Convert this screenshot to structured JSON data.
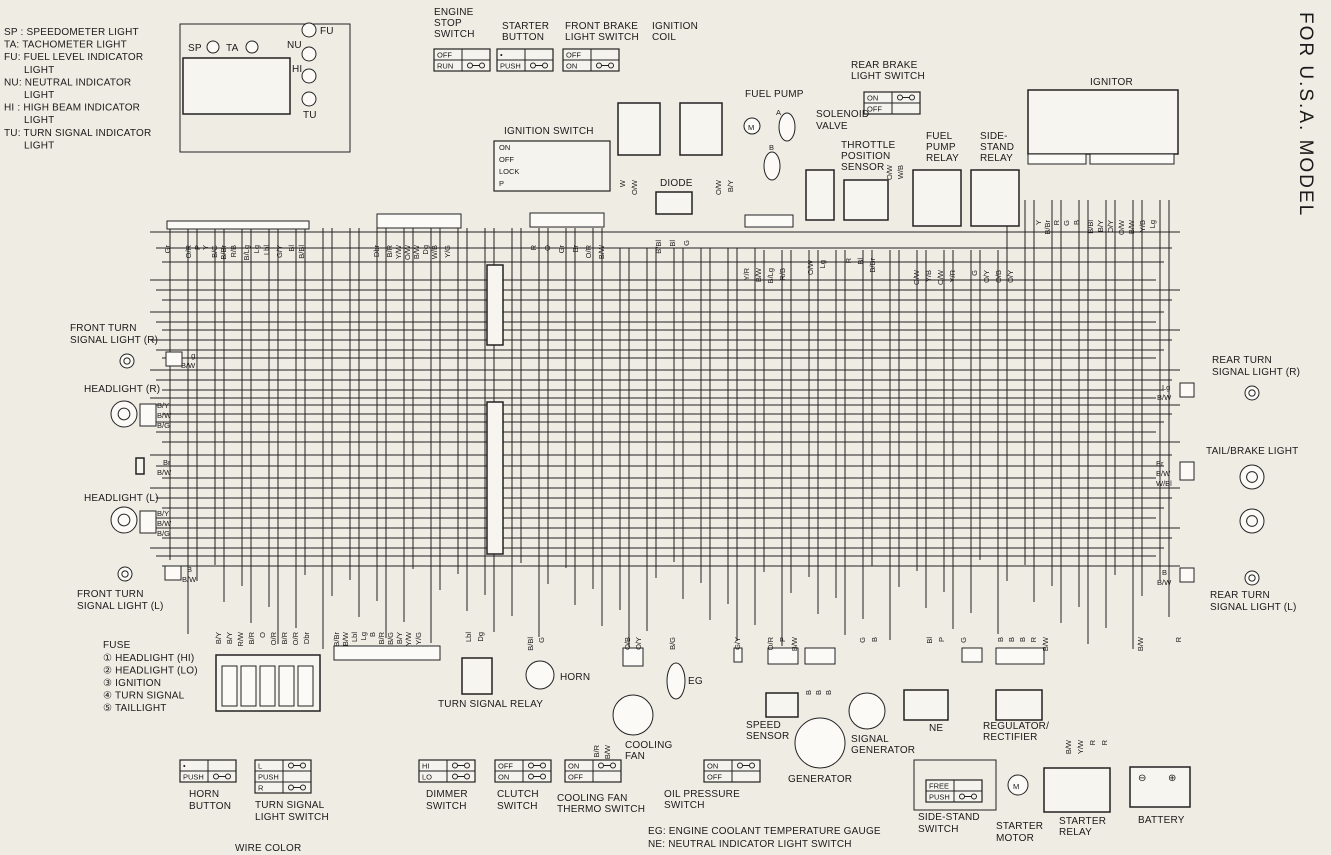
{
  "title": "FOR U.S.A. MODEL",
  "legend": [
    "SP : SPEEDOMETER LIGHT",
    "TA: TACHOMETER LIGHT",
    "FU: FUEL LEVEL INDICATOR",
    "LIGHT",
    "NU: NEUTRAL INDICATOR",
    "LIGHT",
    "HI : HIGH BEAM INDICATOR",
    "LIGHT",
    "TU: TURN SIGNAL INDICATOR",
    "LIGHT"
  ],
  "meter": {
    "sp": "SP",
    "ta": "TA",
    "fu": "FU",
    "nu": "NU",
    "hi": "HI",
    "tu": "TU"
  },
  "components": {
    "engine_stop_switch": [
      "ENGINE",
      "STOP",
      "SWITCH"
    ],
    "starter_button": [
      "STARTER",
      "BUTTON"
    ],
    "front_brake_switch": [
      "FRONT BRAKE",
      "LIGHT SWITCH"
    ],
    "ignition_coil": [
      "IGNITION",
      "COIL"
    ],
    "ignition_switch": "IGNITION SWITCH",
    "diode": "DIODE",
    "fuel_pump": "FUEL PUMP",
    "rear_brake_switch": [
      "REAR BRAKE",
      "LIGHT SWITCH"
    ],
    "solenoid_valve": [
      "SOLENOID",
      "VALVE"
    ],
    "throttle_sensor": [
      "THROTTLE",
      "POSITION",
      "SENSOR"
    ],
    "fuel_pump_relay": [
      "FUEL",
      "PUMP",
      "RELAY"
    ],
    "side_stand_relay": [
      "SIDE-",
      "STAND",
      "RELAY"
    ],
    "ignitor": "IGNITOR",
    "front_turn_r": [
      "FRONT TURN",
      "SIGNAL LIGHT (R)"
    ],
    "headlight_r": "HEADLIGHT (R)",
    "headlight_l": "HEADLIGHT (L)",
    "front_turn_l": [
      "FRONT TURN",
      "SIGNAL LIGHT (L)"
    ],
    "rear_turn_r": [
      "REAR TURN",
      "SIGNAL LIGHT (R)"
    ],
    "tail_brake": "TAIL/BRAKE LIGHT",
    "rear_turn_l": [
      "REAR TURN",
      "SIGNAL LIGHT (L)"
    ],
    "fuse_title": "FUSE",
    "fuse_items": [
      "① HEADLIGHT (HI)",
      "② HEADLIGHT (LO)",
      "③ IGNITION",
      "④ TURN SIGNAL",
      "⑤ TAILLIGHT"
    ],
    "turn_relay": "TURN SIGNAL RELAY",
    "horn": "HORN",
    "eg": "EG",
    "cooling_fan": [
      "COOLING",
      "FAN"
    ],
    "speed_sensor": [
      "SPEED",
      "SENSOR"
    ],
    "generator": "GENERATOR",
    "signal_generator": [
      "SIGNAL",
      "GENERATOR"
    ],
    "ne": "NE",
    "regulator": [
      "REGULATOR/",
      "RECTIFIER"
    ],
    "horn_button": [
      "HORN",
      "BUTTON"
    ],
    "turn_switch": [
      "TURN SIGNAL",
      "LIGHT SWITCH"
    ],
    "dimmer_switch": [
      "DIMMER",
      "SWITCH"
    ],
    "clutch_switch": [
      "CLUTCH",
      "SWITCH"
    ],
    "fan_thermo": [
      "COOLING FAN",
      "THERMO SWITCH"
    ],
    "oil_pressure": [
      "OIL PRESSURE",
      "SWITCH"
    ],
    "side_stand_switch": [
      "SIDE-STAND",
      "SWITCH"
    ],
    "starter_motor": [
      "STARTER",
      "MOTOR"
    ],
    "starter_relay": [
      "STARTER",
      "RELAY"
    ],
    "battery": "BATTERY",
    "wire_color": "WIRE COLOR",
    "notes": [
      "EG: ENGINE COOLANT TEMPERATURE GAUGE",
      "NE: NEUTRAL INDICATOR LIGHT SWITCH"
    ]
  },
  "switch_states": {
    "off": "OFF",
    "run": "RUN",
    "on": "ON",
    "push": "PUSH",
    "lock": "LOCK",
    "p": "P",
    "l": "L",
    "r": "R",
    "hi": "HI",
    "lo": "LO",
    "free": "FREE",
    "dot": "•",
    "a": "A",
    "b": "B",
    "m": "M",
    "minus": "⊖",
    "plus": "⊕"
  },
  "wire_codes": {
    "meter": [
      "Gr",
      "O/R",
      "P",
      "Y",
      "B/G",
      "B/Br",
      "R/B",
      "B/Lg",
      "Lg",
      "Lbl",
      "G/Y",
      "Bl",
      "B/Bl"
    ],
    "bundle2": [
      "Dbr",
      "B/R",
      "Y/W",
      "O/W",
      "B/W",
      "Dg",
      "W/B",
      "Y/G"
    ],
    "ign": [
      "R",
      "O",
      "Gr",
      "Br",
      "O/R",
      "B/W"
    ],
    "coil": [
      "W",
      "O/W",
      "O/W",
      "B/Y"
    ],
    "diode": [
      "B/Bl",
      "Bl",
      "G"
    ],
    "pump": [
      "Y/R",
      "B/W",
      "B/Lg",
      "R/B"
    ],
    "sol": [
      "O/W",
      "Lg"
    ],
    "tps": [
      "R",
      "Bl",
      "B/Br"
    ],
    "brake": [
      "O/W",
      "W/B"
    ],
    "fpr": [
      "O/W",
      "Y/B",
      "O/W",
      "Y/R"
    ],
    "ssr": [
      "G",
      "O/Y",
      "O/B",
      "O/Y"
    ],
    "ignitor": [
      "Y",
      "B/Br",
      "R",
      "G",
      "B",
      "B/Bl",
      "B/Y",
      "O/Y",
      "O/W",
      "B/W",
      "Y/B",
      "Lg"
    ],
    "fuse": [
      "B/Y",
      "B/Y",
      "R/W",
      "B/R",
      "O",
      "O/R",
      "B/R",
      "O/R",
      "Dbr"
    ],
    "switch_bundle": [
      "B/Br",
      "B/W",
      "Lbl",
      "Lg",
      "B",
      "B/R",
      "B/G",
      "B/Y",
      "Y/W",
      "Y/G"
    ],
    "relay": [
      "Lbl",
      "Dg"
    ],
    "horn": [
      "B/Bl",
      "G"
    ],
    "fan": [
      "O/B",
      "O/Y"
    ],
    "eg": "B/G",
    "oil": "G/Y",
    "speed": [
      "O/R",
      "P",
      "B/W"
    ],
    "gen": [
      "B",
      "B",
      "B"
    ],
    "siggen": [
      "G",
      "B"
    ],
    "ne": [
      "Bl",
      "P"
    ],
    "sss": "G",
    "reg": [
      "B",
      "B",
      "B",
      "R",
      "B/W"
    ],
    "bat": [
      "B/W",
      "R"
    ],
    "relay_bottom": [
      "B/W",
      "Y/W",
      "R",
      "R"
    ],
    "fr_r": [
      "Lg",
      "B/W"
    ],
    "hl_r": [
      "B/Y",
      "B/W",
      "B/G"
    ],
    "pos": [
      "Br",
      "B/W"
    ],
    "hl_l": [
      "B/Y",
      "B/W",
      "B/G"
    ],
    "fr_l": [
      "B",
      "B/W"
    ],
    "rr_r": [
      "Lg",
      "B/W"
    ],
    "tail": [
      "Br",
      "B/W",
      "W/Bl"
    ],
    "rr_l": [
      "B",
      "B/W"
    ],
    "fan_sw": [
      "B/R",
      "B/W"
    ]
  }
}
